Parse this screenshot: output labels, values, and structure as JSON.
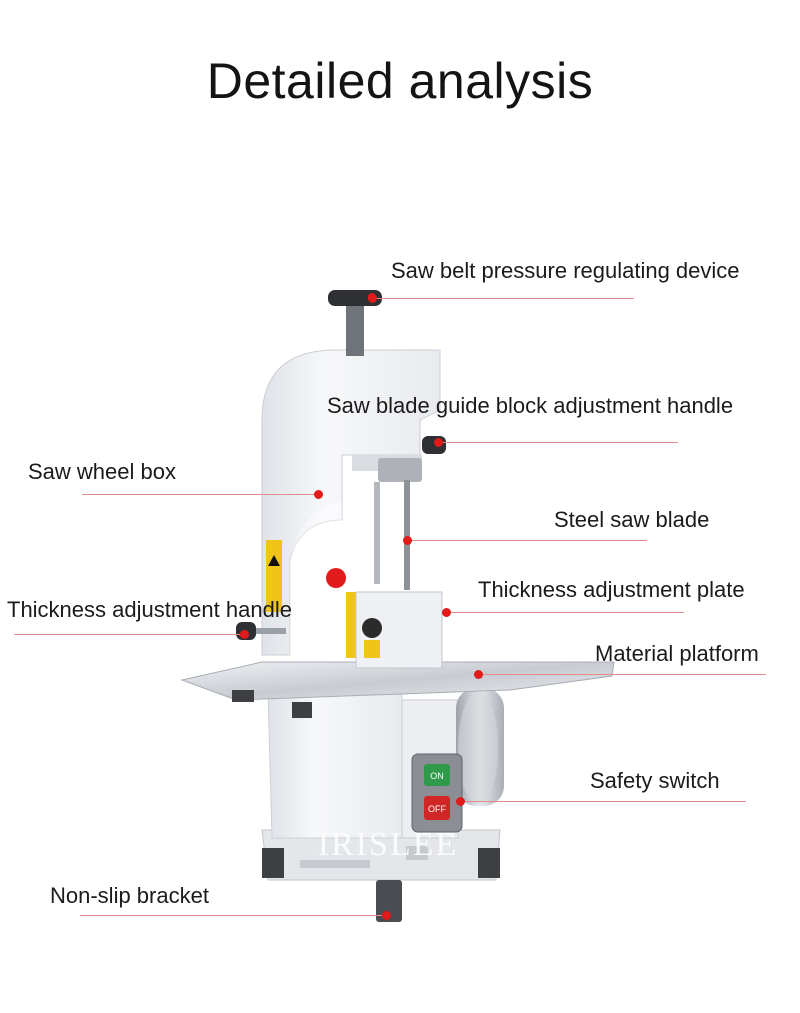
{
  "title": "Detailed analysis",
  "watermark": "IRISLEE",
  "labels": {
    "pressure_device": "Saw belt pressure regulating device",
    "guide_handle": "Saw blade guide block adjustment handle",
    "wheel_box": "Saw wheel box",
    "steel_blade": "Steel saw blade",
    "thickness_plate": "Thickness adjustment plate",
    "thickness_handle": "Thickness adjustment handle",
    "material_platform": "Material platform",
    "safety_switch": "Safety switch",
    "non_slip_bracket": "Non-slip bracket"
  },
  "switch_labels": {
    "on": "ON",
    "off": "OFF"
  },
  "colors": {
    "accent_red": "#e11a1a",
    "leader_line": "#e38a8a",
    "machine_white": "#f4f5f7",
    "steel": "#c9ccd1"
  }
}
